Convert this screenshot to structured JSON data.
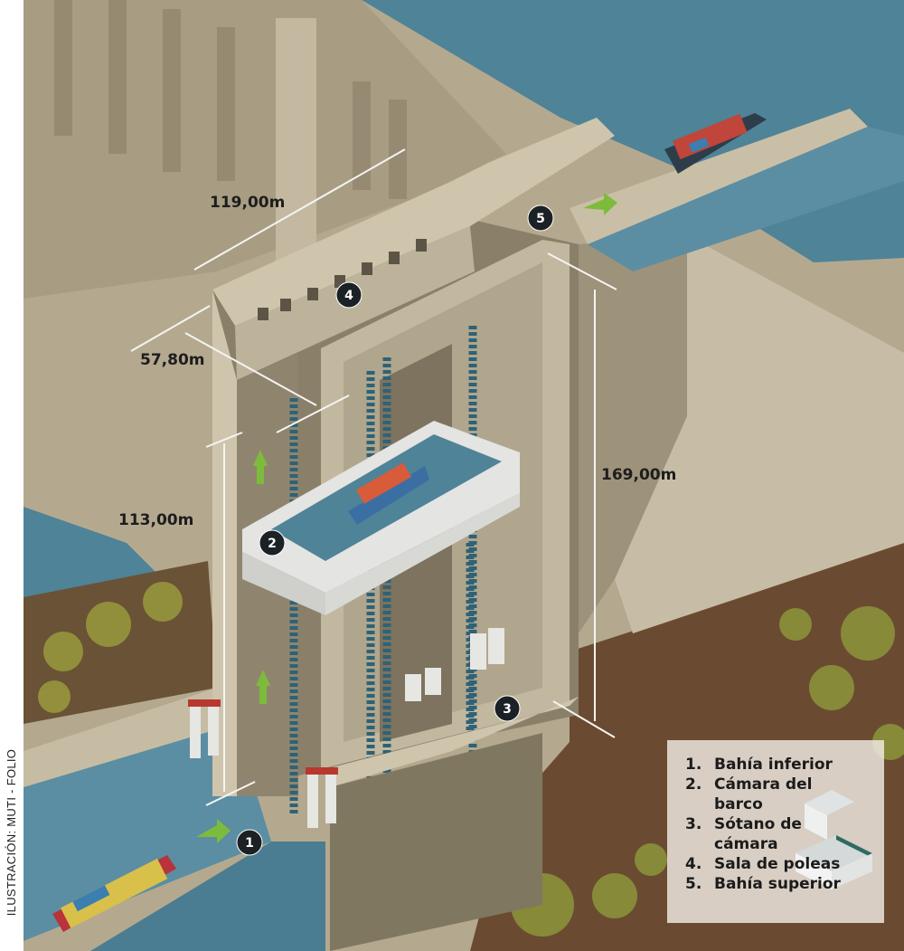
{
  "credit": "ILUSTRACIÓN: MUTI - FOLIO",
  "dimensions": {
    "length_top": "119,00m",
    "width_chamber": "57,80m",
    "height_lift": "113,00m",
    "height_total": "169,00m"
  },
  "markers": [
    "1",
    "2",
    "3",
    "4",
    "5"
  ],
  "legend": [
    {
      "num": "1.",
      "label": "Bahía inferior"
    },
    {
      "num": "2.",
      "label": "Cámara del barco"
    },
    {
      "num": "3.",
      "label": "Sótano de cámara"
    },
    {
      "num": "4.",
      "label": "Sala de poleas"
    },
    {
      "num": "5.",
      "label": "Bahía superior"
    }
  ],
  "colors": {
    "water": "#4f8397",
    "concrete": "#bcb198",
    "earth": "#6a4b31",
    "marker": "#1c2126",
    "arrow": "#7dbb3c"
  }
}
